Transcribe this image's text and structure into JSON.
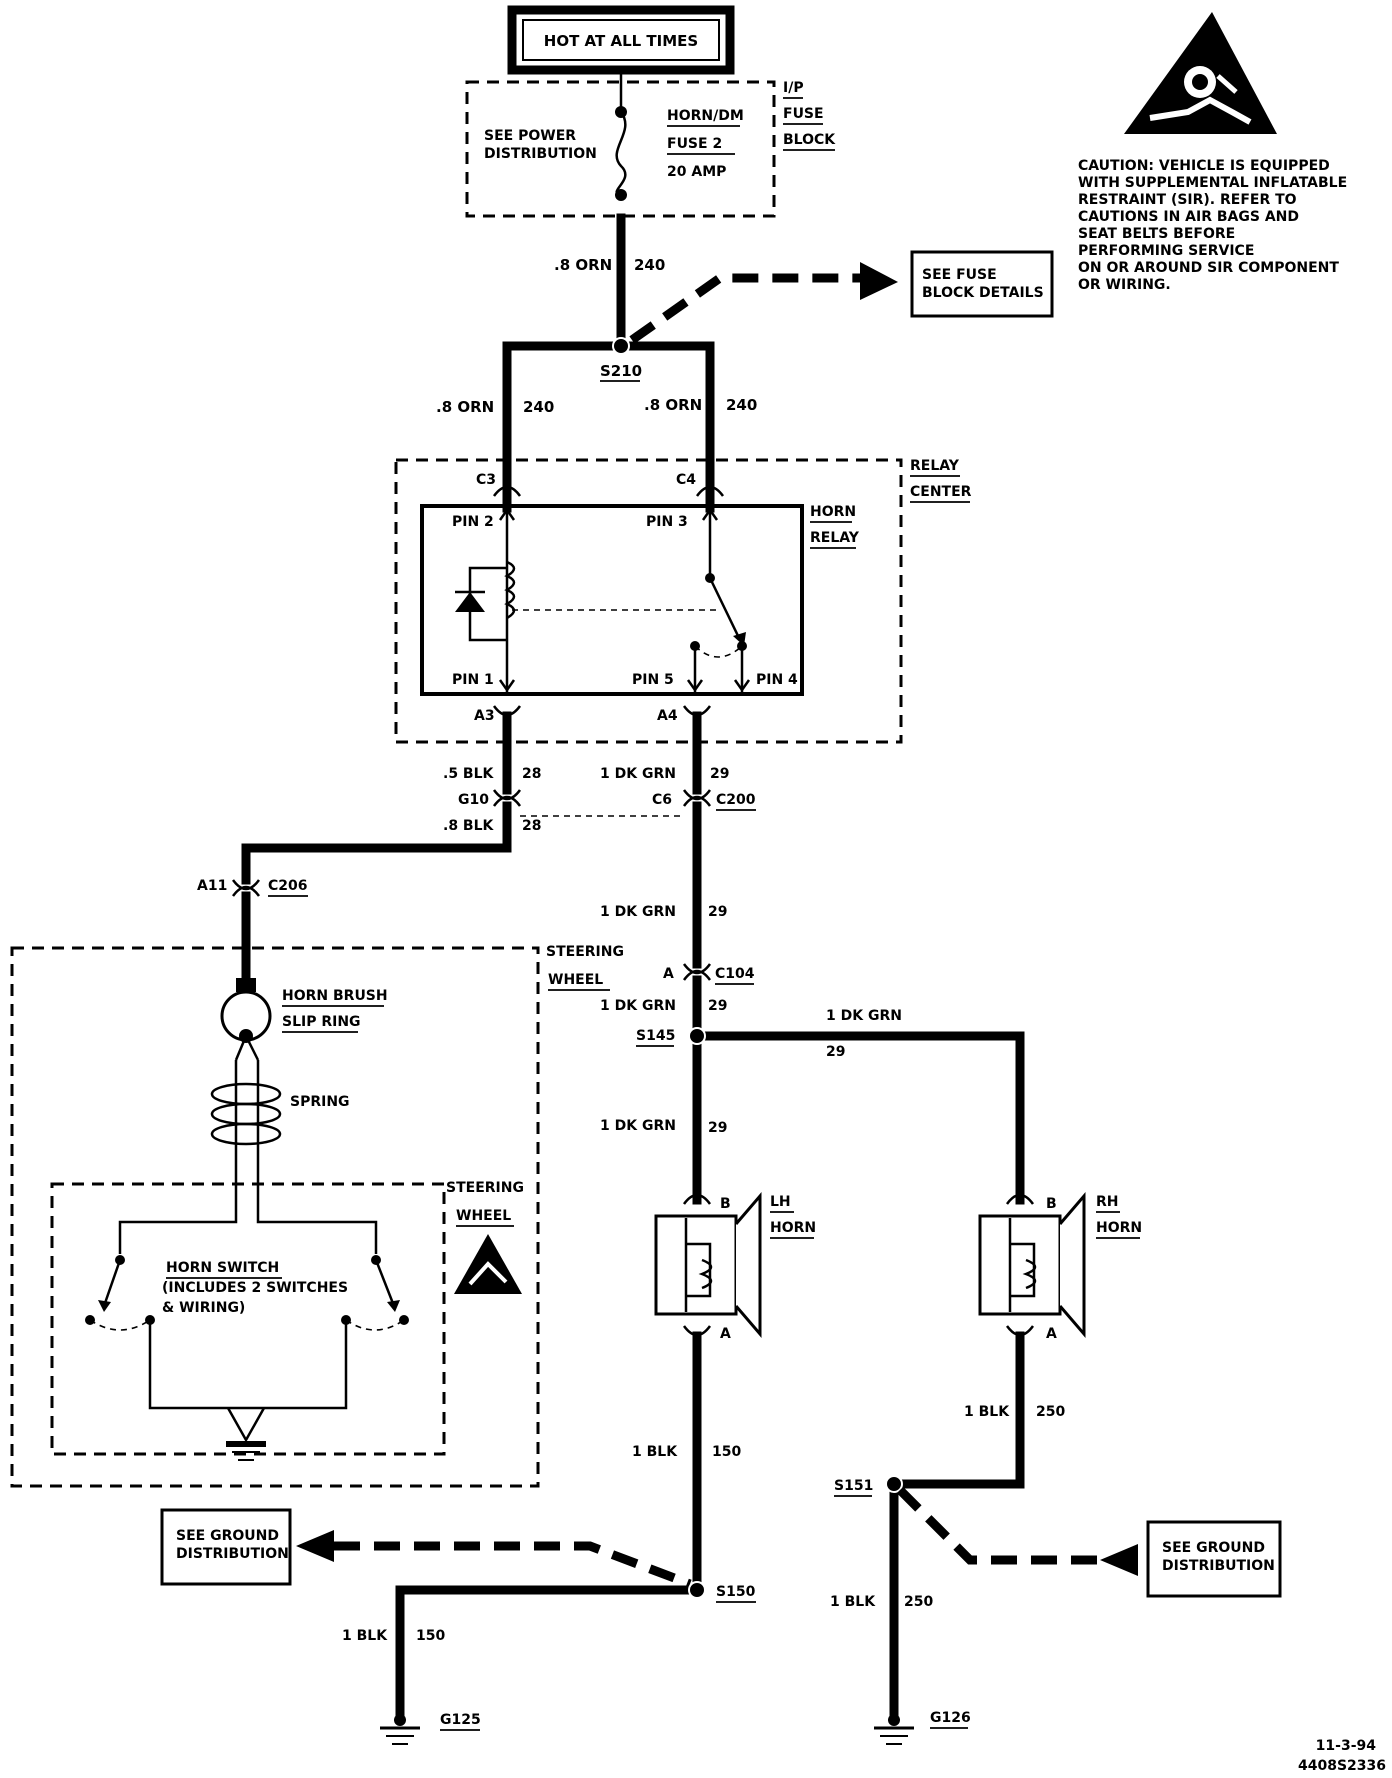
{
  "power": {
    "hot_label": "HOT AT ALL TIMES",
    "see_power_line1": "SEE POWER",
    "see_power_line2": "DISTRIBUTION",
    "fuse_name_line1": "HORN/DM",
    "fuse_name_line2": "FUSE 2",
    "fuse_rating": "20 AMP",
    "block_line1": "I/P",
    "block_line2": "FUSE",
    "block_line3": "BLOCK",
    "see_fuse_line1": "SEE FUSE",
    "see_fuse_line2": "BLOCK DETAILS"
  },
  "caution": {
    "lines": [
      "CAUTION: VEHICLE IS EQUIPPED",
      "WITH SUPPLEMENTAL INFLATABLE",
      "RESTRAINT (SIR). REFER TO",
      "CAUTIONS IN AIR BAGS AND",
      "SEAT BELTS BEFORE",
      "PERFORMING SERVICE",
      "ON OR AROUND SIR COMPONENT",
      "OR WIRING."
    ]
  },
  "wires": {
    "orn_label": ".8 ORN",
    "orn_circuit": "240",
    "blk_05_label": ".5 BLK",
    "blk_08_label": ".8 BLK",
    "blk_circuit_28": "28",
    "grn_label": "1 DK GRN",
    "grn_circuit": "29",
    "blk1_label": "1 BLK",
    "blk_circuit_150": "150",
    "blk_circuit_250": "250"
  },
  "splices": {
    "s210": "S210",
    "s145": "S145",
    "s150": "S150",
    "s151": "S151"
  },
  "relay": {
    "center_line1": "RELAY",
    "center_line2": "CENTER",
    "name_line1": "HORN",
    "name_line2": "RELAY",
    "pin1": "PIN 1",
    "pin2": "PIN 2",
    "pin3": "PIN 3",
    "pin4": "PIN 4",
    "pin5": "PIN 5",
    "c3": "C3",
    "c4": "C4",
    "a3": "A3",
    "a4": "A4"
  },
  "connectors": {
    "g10": "G10",
    "c6": "C6",
    "c200": "C200",
    "a11": "A11",
    "c206": "C206",
    "a": "A",
    "c104": "C104",
    "b": "B"
  },
  "steering": {
    "wheel_line1": "STEERING",
    "wheel_line2": "WHEEL",
    "brush_line1": "HORN BRUSH",
    "brush_line2": "SLIP RING",
    "spring": "SPRING",
    "switch_line1": "HORN SWITCH",
    "switch_line2": "(INCLUDES 2 SWITCHES",
    "switch_line3": "& WIRING)"
  },
  "horns": {
    "lh_line1": "LH",
    "lh_line2": "HORN",
    "rh_line1": "RH",
    "rh_line2": "HORN"
  },
  "grounds": {
    "see_ground_line1": "SEE GROUND",
    "see_ground_line2": "DISTRIBUTION",
    "g125": "G125",
    "g126": "G126"
  },
  "footer": {
    "date": "11-3-94",
    "code": "4408S2336"
  }
}
